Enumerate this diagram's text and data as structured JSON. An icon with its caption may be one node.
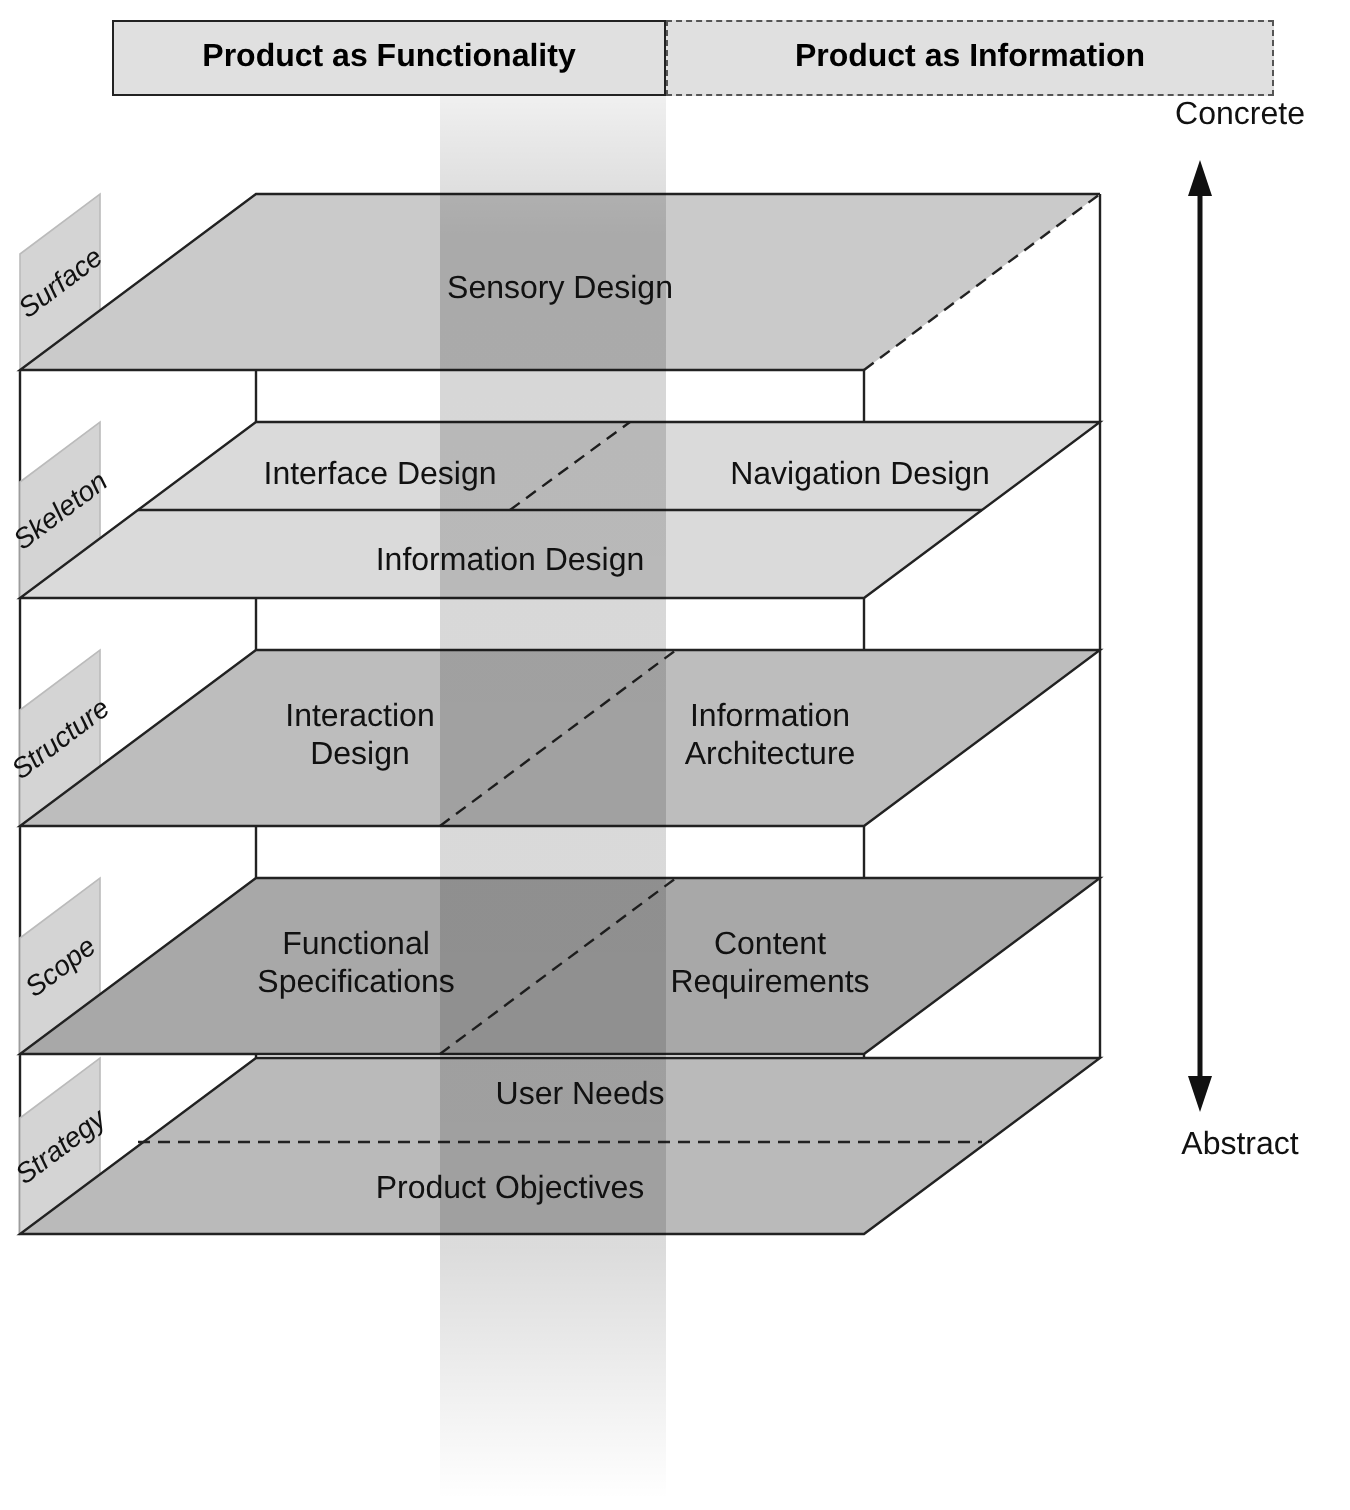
{
  "diagram": {
    "nodes": [
      {
        "text": [
          "Product as Functionality"
        ]
      },
      {
        "text": [
          "Product as Information"
        ]
      },
      {
        "text": [
          "Surface"
        ]
      },
      {
        "text": [
          "Sensory Design"
        ]
      },
      {
        "text": [
          "Skeleton"
        ]
      },
      {
        "text": [
          "Interface Design",
          "Navigation Design",
          "Information Design"
        ]
      },
      {
        "text": [
          "Structure"
        ]
      },
      {
        "text": [
          "Interaction Design",
          "Information Architecture"
        ]
      },
      {
        "text": [
          "Scope"
        ]
      },
      {
        "text": [
          "Functional Specifications",
          "Content Requirements"
        ]
      },
      {
        "text": [
          "Strategy"
        ]
      },
      {
        "text": [
          "User Needs",
          "Product Objectives"
        ]
      }
    ],
    "edges": [],
    "labels": [
      "Concrete",
      "Abstract"
    ]
  }
}
